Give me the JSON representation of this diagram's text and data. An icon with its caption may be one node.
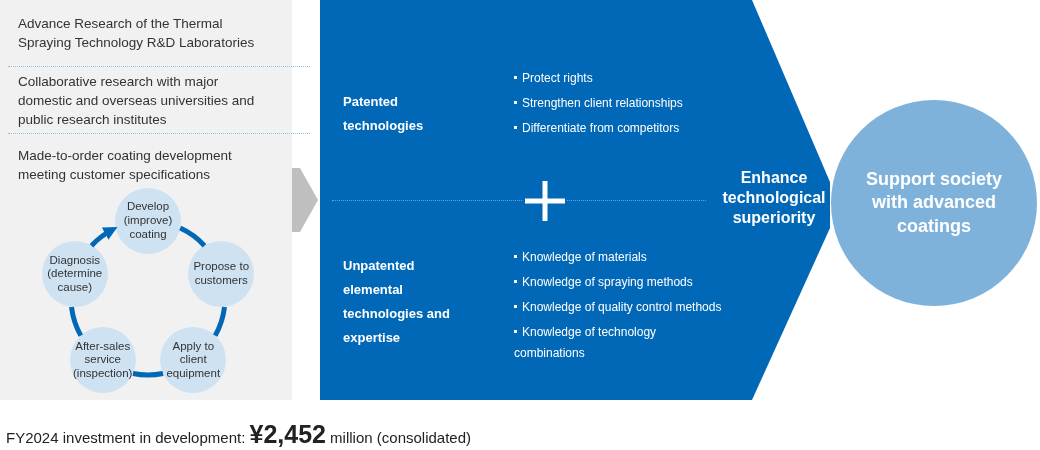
{
  "diagram": {
    "caption": "FY2024 investment in development: **¥2,452** million (consolidated)",
    "nodes": [
      {
        "text": [],
        "shape": "box"
      },
      {
        "text": [
          "Develop (improve) coating"
        ],
        "in": 0
      },
      {
        "text": [
          "Propose to customers"
        ],
        "in": 0
      },
      {
        "text": [
          "Apply to client equipment"
        ],
        "in": 0
      },
      {
        "text": [
          "After-sales service (inspection)"
        ],
        "in": 0
      },
      {
        "text": [
          "Diagnosis (determine cause)"
        ],
        "in": 0
      },
      {
        "text": [
          "Enhance technological superiority"
        ]
      },
      {
        "text": [
          "Support society with advanced coatings"
        ]
      }
    ],
    "edges": [
      {
        "from": 0,
        "to": 6,
        "arrow": "to",
        "style": "thick",
        "color": "#bfbfbf"
      },
      {
        "from": 1,
        "to": 2,
        "arrow": "none"
      },
      {
        "from": 2,
        "to": 3,
        "arrow": "none"
      },
      {
        "from": 3,
        "to": 4,
        "arrow": "none"
      },
      {
        "from": 4,
        "to": 5,
        "arrow": "none"
      },
      {
        "from": 5,
        "to": 1,
        "arrow": "to"
      }
    ],
    "labels": [
      "Advance Research of the Thermal Spraying Technology R&D Laboratories",
      "Collaborative research with major domestic and overseas universities and public research institutes",
      "Made-to-order coating development meeting customer specifications",
      "Patented technologies",
      "Protect rights",
      "Strengthen client relationships",
      "Differentiate from competitors",
      "Unpatented elemental technologies and expertise",
      "Knowledge of materials",
      "Knowledge of spraying methods",
      "Knowledge of quality control methods",
      "Knowledge of technology combinations"
    ]
  }
}
